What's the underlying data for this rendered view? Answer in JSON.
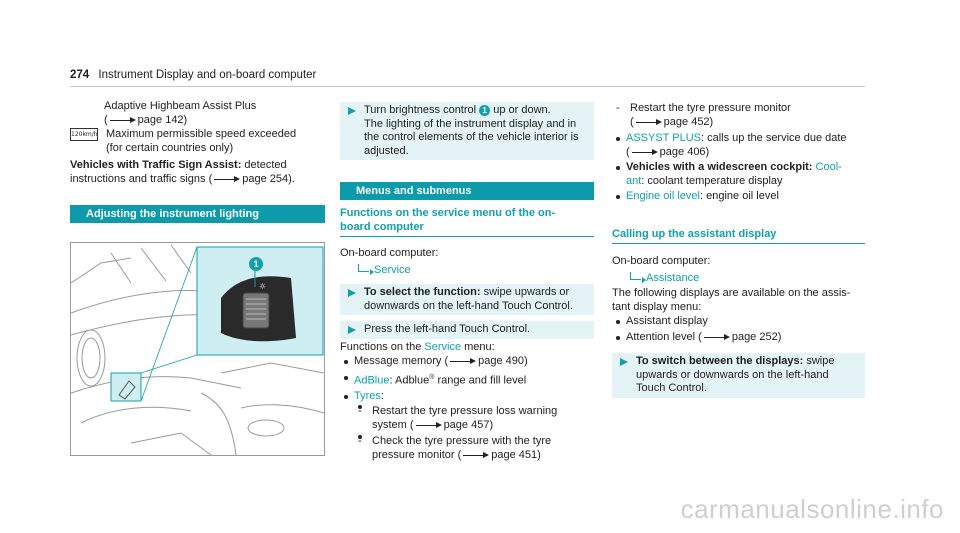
{
  "header": {
    "page_number": "274",
    "title": "Instrument Display and on-board computer"
  },
  "col1": {
    "highbeam_line1": "Adaptive Highbeam Assist Plus",
    "highbeam_page": "page 142)",
    "speed_symbol": "120km/h",
    "speed_line1": "Maximum permissible speed exceeded",
    "speed_line2": "(for certain countries only)",
    "tsa_label": "Vehicles with Traffic Sign Assist:",
    "tsa_text1": " detected",
    "tsa_text2": "instructions and traffic signs (",
    "tsa_page": "page 254).",
    "section_banner": "Adjusting the instrument lighting",
    "callout_number": "1"
  },
  "col2": {
    "step1_line1a": "Turn brightness control ",
    "step1_badge": "1",
    "step1_line1b": " up or down.",
    "step1_line2": "The lighting of the instrument display and in",
    "step1_line3": "the control elements of the vehicle interior is",
    "step1_line4": "adjusted.",
    "banner": "Menus and submenus",
    "subhead_line1": "Functions on the service menu of the on-",
    "subhead_line2": "board computer",
    "obc_label": "On-board computer:",
    "path_service": "Service",
    "select_bold": "To select the function:",
    "select_text1": " swipe upwards or",
    "select_text2": "downwards on the left-hand Touch Control.",
    "press_text": "Press the left-hand Touch Control.",
    "functions_text1": "Functions on the ",
    "functions_link": "Service",
    "functions_text2": " menu:",
    "message_memory": "Message memory (",
    "message_page": "page 490)",
    "adblue_link": "AdBlue",
    "adblue_text": ": Adblue",
    "adblue_reg": "®",
    "adblue_rest": " range and fill level",
    "tyres_link": "Tyres",
    "tyres_colon": ":",
    "tyre_loss1": "Restart the tyre pressure loss warning",
    "tyre_loss2": "system (",
    "tyre_loss_page": "page 457)",
    "tyre_check1": "Check the tyre pressure with the tyre",
    "tyre_check2": "pressure monitor (",
    "tyre_check_page": "page 451)"
  },
  "col3": {
    "restart_monitor": "Restart the tyre pressure monitor",
    "restart_page": "page 452)",
    "assyst_link": "ASSYST PLUS",
    "assyst_text1": ": calls up the service due date",
    "assyst_page": "page 406)",
    "widescreen_bold": "Vehicles with a widescreen cockpit:",
    "coolant_link1": "Cool-",
    "coolant_link2": "ant",
    "coolant_text": ": coolant temperature display",
    "engine_oil_link": "Engine oil level",
    "engine_oil_text": ": engine oil level",
    "subhead": "Calling up the assistant display",
    "obc_label": "On-board computer:",
    "path_assistance": "Assistance",
    "following1": "The following displays are available on the assis-",
    "following2": "tant display menu:",
    "assistant_display": "Assistant display",
    "attention_level": "Attention level (",
    "attention_page": "page 252)",
    "switch_bold": "To switch between the displays:",
    "switch_text1": " swipe",
    "switch_text2": "upwards or downwards on the left-hand",
    "switch_text3": "Touch Control."
  },
  "watermark": "carmanualsonline.info",
  "colors": {
    "accent": "#0d9aaa",
    "step_bg": "#e4f3f5"
  }
}
